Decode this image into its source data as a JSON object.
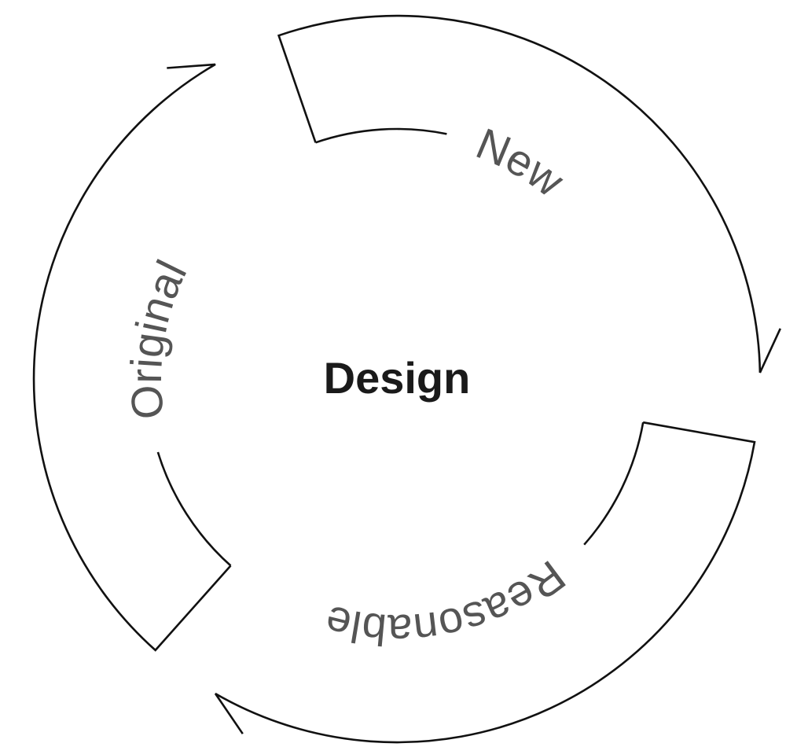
{
  "diagram": {
    "center_label": "Design",
    "segments": [
      {
        "label": "New"
      },
      {
        "label": "Reasonable"
      },
      {
        "label": "Original"
      }
    ],
    "colors": {
      "stroke": "#111111",
      "label": "#555555",
      "center": "#1a1a1a"
    }
  }
}
